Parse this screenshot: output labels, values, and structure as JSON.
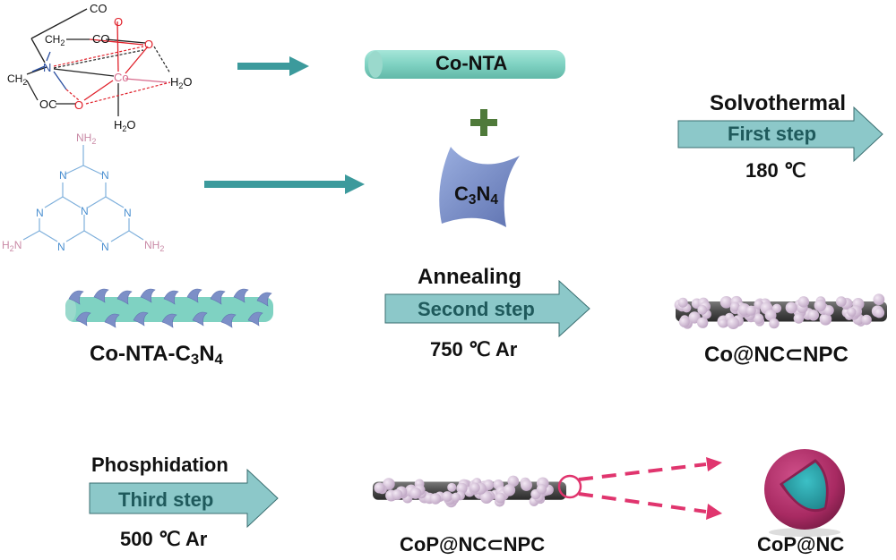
{
  "diagram": {
    "title": "Synthesis scheme of CoP@NC⊂NPC",
    "colors": {
      "teal_arrow": "#3c9a9c",
      "step_arrow_fill": "#8cc8c9",
      "step_text": "#1f5a5c",
      "rod_teal": "#82d6c6",
      "c3n4_blue": "#7c8fc7",
      "plus_green": "#4f7a3a",
      "carbon_rod": "#4a4a4a",
      "particle_pink": "#d9c6dc",
      "highlight_magenta": "#e0356e",
      "shell_magenta": "#b3306a",
      "core_teal": "#2aa0a8",
      "nitrogen_blue": "#2b4fa0",
      "oxygen_red": "#e0202a",
      "cobalt_pink": "#d76a8c",
      "melem_blue": "#4a8fd0",
      "amine_pink": "#c98aa6"
    },
    "precursors": {
      "co_nta_complex": {
        "atoms": [
          "CO",
          "O",
          "CH2",
          "CO",
          "O",
          "N",
          "Co",
          "H2O",
          "CH2",
          "OC",
          "O",
          "H2O"
        ]
      },
      "melem": {
        "ring_atom": "N",
        "amine": "NH2",
        "amine_left": "H2N"
      }
    },
    "components": {
      "co_nta_label": "Co-NTA",
      "plus_sign": "+",
      "c3n4_label_main": "C",
      "c3n4_sub1": "3",
      "c3n4_label_n": "N",
      "c3n4_sub2": "4"
    },
    "steps": [
      {
        "method": "Solvothermal",
        "step": "First step",
        "condition": "180 ℃"
      },
      {
        "method": "Annealing",
        "step": "Second step",
        "condition": "750 ℃ Ar"
      },
      {
        "method": "Phosphidation",
        "step": "Third step",
        "condition": "500 ℃ Ar"
      }
    ],
    "products": {
      "intermediate_1": {
        "main": "Co-NTA-C",
        "sub1": "3",
        "n": "N",
        "sub2": "4"
      },
      "intermediate_2": "Co@NC⊂NPC",
      "final_rod": "CoP@NC⊂NPC",
      "final_particle": "CoP@NC"
    }
  }
}
